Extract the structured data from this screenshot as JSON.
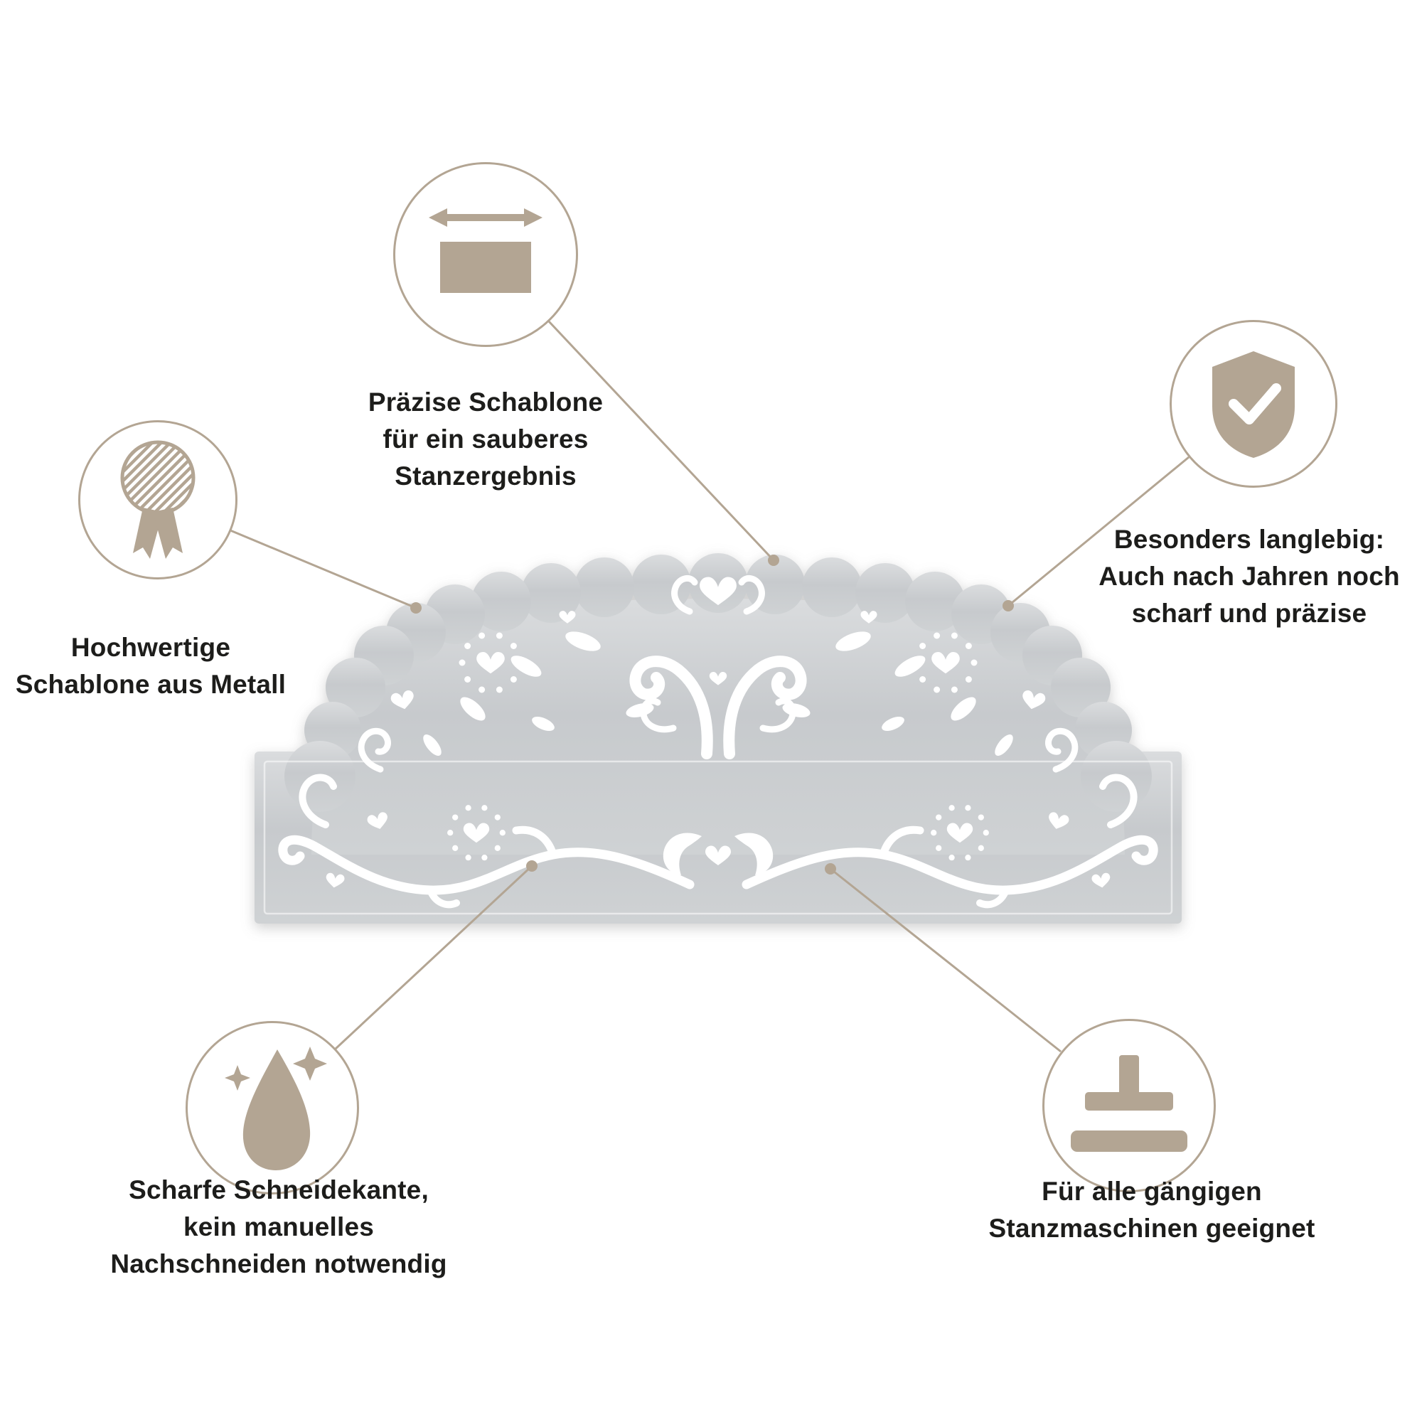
{
  "colors": {
    "background": "#ffffff",
    "accent": "#b3a593",
    "line": "#b3a593",
    "text": "#1d1d1b",
    "die_metal": "#c7cacd",
    "die_cut": "#ffffff"
  },
  "features": [
    {
      "id": "precise-stencil",
      "icon": "width-arrows-icon",
      "label_lines": [
        "Präzise Schablone",
        "für ein sauberes",
        "Stanzergebnis"
      ]
    },
    {
      "id": "metal-quality",
      "icon": "medal-icon",
      "label_lines": [
        "Hochwertige",
        "Schablone aus Metall"
      ]
    },
    {
      "id": "durability",
      "icon": "shield-check-icon",
      "label_lines": [
        "Besonders langlebig:",
        "Auch nach Jahren noch",
        "scharf und präzise"
      ]
    },
    {
      "id": "sharp-edge",
      "icon": "droplet-sparkles-icon",
      "label_lines": [
        "Scharfe Schneidekante,",
        "kein manuelles",
        "Nachschneiden notwendig"
      ]
    },
    {
      "id": "machine-compatible",
      "icon": "die-press-icon",
      "label_lines": [
        "Für alle gängigen",
        "Stanzmaschinen geeignet"
      ]
    }
  ]
}
